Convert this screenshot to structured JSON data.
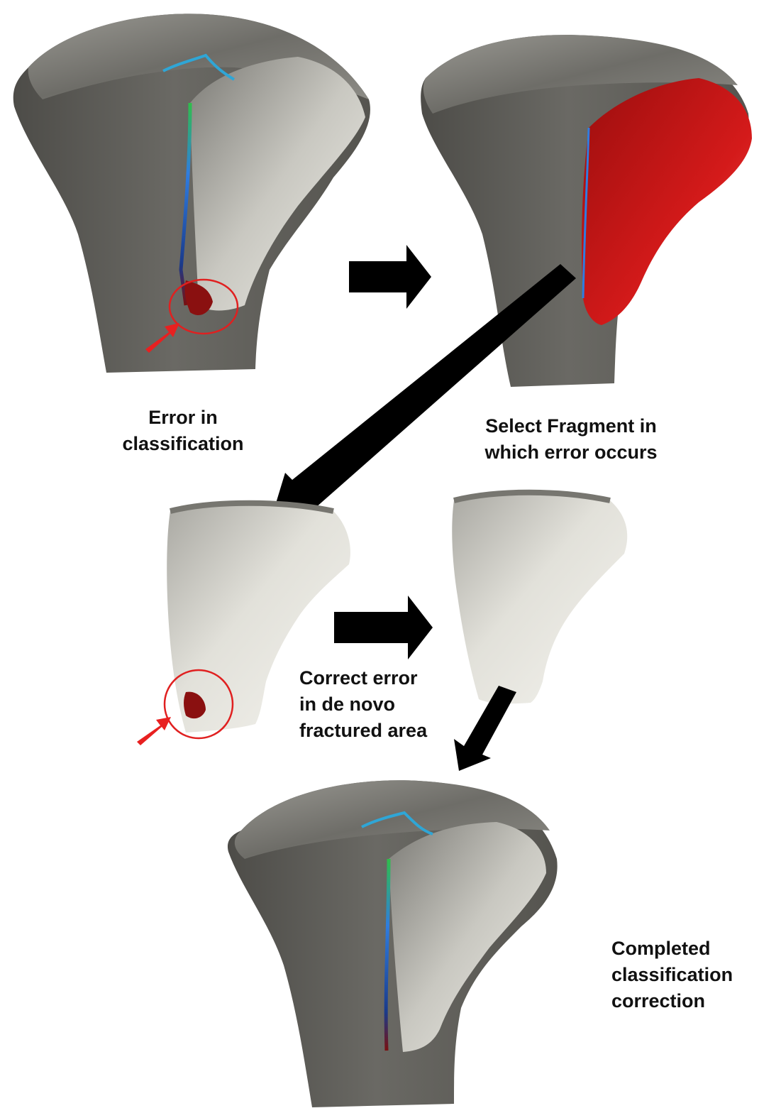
{
  "captions": {
    "error": "Error in\nclassification",
    "select": "Select Fragment in\nwhich error occurs",
    "correct": "Correct error\nin de novo\nfractured area",
    "completed": "Completed\nclassification\ncorrection"
  },
  "colors": {
    "bone_dark": "#5f5e5a",
    "bone_light": "#e6e5df",
    "fragment_red": "#c81818",
    "error_patch": "#8a1010",
    "marker_red": "#e02020",
    "arrow": "#000000"
  },
  "panels": [
    {
      "name": "bone-error",
      "fragment_highlight": "none",
      "error_marked": true
    },
    {
      "name": "bone-fragment-selected",
      "fragment_highlight": "red",
      "error_marked": false
    },
    {
      "name": "fragment-error",
      "fragment_highlight": "none",
      "error_marked": true
    },
    {
      "name": "fragment-corrected",
      "fragment_highlight": "none",
      "error_marked": false
    },
    {
      "name": "bone-corrected",
      "fragment_highlight": "none",
      "error_marked": false
    }
  ]
}
